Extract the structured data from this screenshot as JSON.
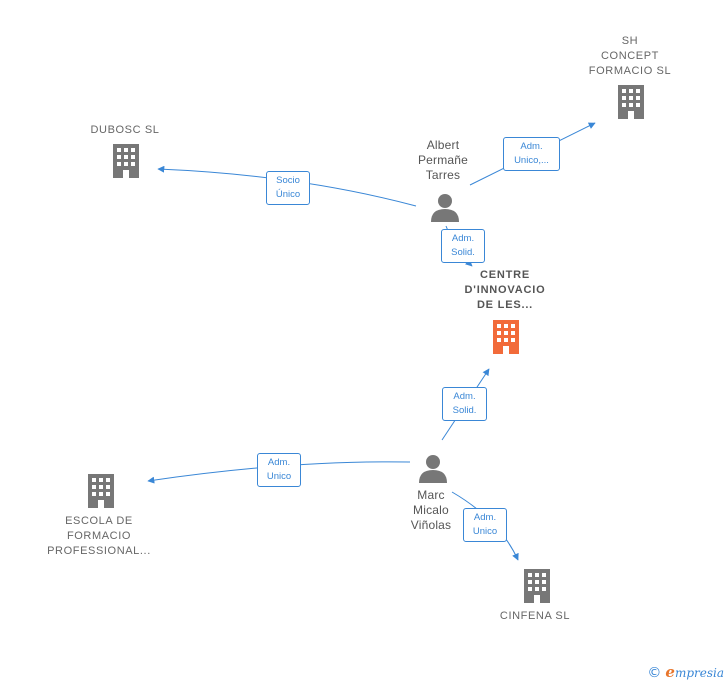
{
  "colors": {
    "edge": "#3a87d6",
    "company": "#777777",
    "center_company": "#f26b3a",
    "person": "#777777"
  },
  "nodes": {
    "dubosc": {
      "label": "DUBOSC SL",
      "icon": "building-icon"
    },
    "sh_concept": {
      "label": "SH\nCONCEPT\nFORMACIO SL",
      "icon": "building-icon"
    },
    "centre": {
      "label": "CENTRE\nD'INNOVACIO\nDE LES...",
      "icon": "building-icon"
    },
    "escola": {
      "label": "ESCOLA DE\nFORMACIO\nPROFESSIONAL...",
      "icon": "building-icon"
    },
    "cinfena": {
      "label": "CINFENA SL",
      "icon": "building-icon"
    },
    "albert": {
      "label": "Albert\nPermañe\nTarres",
      "icon": "person-icon"
    },
    "marc": {
      "label": "Marc\nMicalo\nViñolas",
      "icon": "person-icon"
    }
  },
  "edges": {
    "albert_dubosc": "Socio\nÚnico",
    "albert_sh": "Adm.\nUnico,...",
    "albert_centre": "Adm.\nSolid.",
    "marc_centre": "Adm.\nSolid.",
    "marc_escola": "Adm.\nUnico",
    "marc_cinfena": "Adm.\nUnico"
  },
  "footer": {
    "copyright": "©",
    "brand_initial": "e",
    "brand_rest": "mpresia"
  }
}
